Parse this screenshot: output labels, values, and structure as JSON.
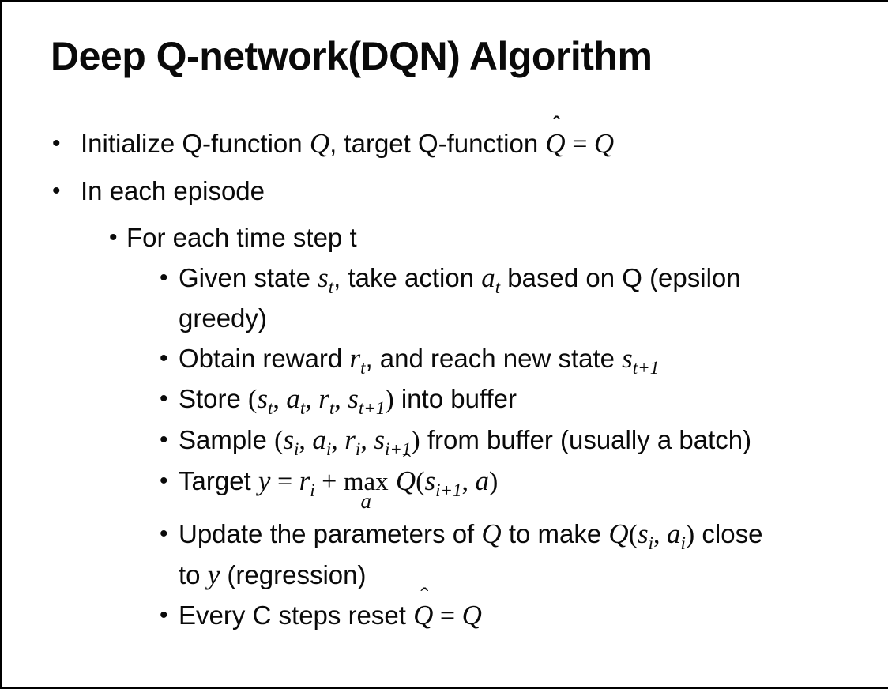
{
  "colors": {
    "background": "#ffffff",
    "text": "#0a0a0a",
    "border": "#000000"
  },
  "slide": {
    "title": "Deep Q-network(DQN) Algorithm",
    "bullet_glyph": "•",
    "hat_glyph": "ˆ",
    "bullets": [
      {
        "level": 1,
        "segments": [
          {
            "t": "text",
            "v": "Initialize Q-function "
          },
          {
            "t": "math",
            "v": "Q"
          },
          {
            "t": "text",
            "v": ", target Q-function "
          },
          {
            "t": "hat",
            "v": "Q"
          },
          {
            "t": "mathup",
            "v": " = "
          },
          {
            "t": "math",
            "v": "Q"
          }
        ]
      },
      {
        "level": 1,
        "segments": [
          {
            "t": "text",
            "v": "In each episode"
          }
        ]
      },
      {
        "level": 2,
        "segments": [
          {
            "t": "text",
            "v": "For each time step t"
          }
        ]
      },
      {
        "level": 3,
        "segments": [
          {
            "t": "text",
            "v": "Given state "
          },
          {
            "t": "math",
            "v": "s"
          },
          {
            "t": "sub",
            "v": "t"
          },
          {
            "t": "text",
            "v": ", take action "
          },
          {
            "t": "math",
            "v": "a"
          },
          {
            "t": "sub",
            "v": "t"
          },
          {
            "t": "text",
            "v": " based on Q (epsilon"
          },
          {
            "t": "br"
          },
          {
            "t": "text",
            "v": "greedy)"
          }
        ]
      },
      {
        "level": 3,
        "segments": [
          {
            "t": "text",
            "v": "Obtain reward "
          },
          {
            "t": "math",
            "v": "r"
          },
          {
            "t": "sub",
            "v": "t"
          },
          {
            "t": "text",
            "v": ", and reach new state "
          },
          {
            "t": "math",
            "v": "s"
          },
          {
            "t": "sub",
            "v": "t+1"
          }
        ]
      },
      {
        "level": 3,
        "segments": [
          {
            "t": "text",
            "v": "Store "
          },
          {
            "t": "mathup",
            "v": "("
          },
          {
            "t": "math",
            "v": "s"
          },
          {
            "t": "sub",
            "v": "t"
          },
          {
            "t": "mathup",
            "v": ", "
          },
          {
            "t": "math",
            "v": "a"
          },
          {
            "t": "sub",
            "v": "t"
          },
          {
            "t": "mathup",
            "v": ", "
          },
          {
            "t": "math",
            "v": "r"
          },
          {
            "t": "sub",
            "v": "t"
          },
          {
            "t": "mathup",
            "v": ", "
          },
          {
            "t": "math",
            "v": "s"
          },
          {
            "t": "sub",
            "v": "t+1"
          },
          {
            "t": "mathup",
            "v": ")"
          },
          {
            "t": "text",
            "v": " into buffer"
          }
        ]
      },
      {
        "level": 3,
        "segments": [
          {
            "t": "text",
            "v": "Sample "
          },
          {
            "t": "mathup",
            "v": "("
          },
          {
            "t": "math",
            "v": "s"
          },
          {
            "t": "sub",
            "v": "i"
          },
          {
            "t": "mathup",
            "v": ", "
          },
          {
            "t": "math",
            "v": "a"
          },
          {
            "t": "sub",
            "v": "i"
          },
          {
            "t": "mathup",
            "v": ", "
          },
          {
            "t": "math",
            "v": "r"
          },
          {
            "t": "sub",
            "v": "i"
          },
          {
            "t": "mathup",
            "v": ", "
          },
          {
            "t": "math",
            "v": "s"
          },
          {
            "t": "sub",
            "v": "i+1"
          },
          {
            "t": "mathup",
            "v": ")"
          },
          {
            "t": "text",
            "v": " from buffer (usually a batch)"
          }
        ]
      },
      {
        "level": 3,
        "segments": [
          {
            "t": "text",
            "v": "Target "
          },
          {
            "t": "math",
            "v": "y"
          },
          {
            "t": "mathup",
            "v": " = "
          },
          {
            "t": "math",
            "v": "r"
          },
          {
            "t": "sub",
            "v": "i"
          },
          {
            "t": "mathup",
            "v": " + "
          },
          {
            "t": "underop",
            "v": "max",
            "under": "a"
          },
          {
            "t": "text",
            "v": " "
          },
          {
            "t": "hat",
            "v": "Q"
          },
          {
            "t": "mathup",
            "v": "("
          },
          {
            "t": "math",
            "v": "s"
          },
          {
            "t": "sub",
            "v": "i+1"
          },
          {
            "t": "mathup",
            "v": ", "
          },
          {
            "t": "math",
            "v": "a"
          },
          {
            "t": "mathup",
            "v": ")"
          }
        ]
      },
      {
        "level": 3,
        "segments": [
          {
            "t": "text",
            "v": "Update the parameters of "
          },
          {
            "t": "math",
            "v": "Q"
          },
          {
            "t": "text",
            "v": " to make "
          },
          {
            "t": "math",
            "v": "Q"
          },
          {
            "t": "mathup",
            "v": "("
          },
          {
            "t": "math",
            "v": "s"
          },
          {
            "t": "sub",
            "v": "i"
          },
          {
            "t": "mathup",
            "v": ", "
          },
          {
            "t": "math",
            "v": "a"
          },
          {
            "t": "sub",
            "v": "i"
          },
          {
            "t": "mathup",
            "v": ")"
          },
          {
            "t": "text",
            "v": " close"
          },
          {
            "t": "br"
          },
          {
            "t": "text",
            "v": "to "
          },
          {
            "t": "math",
            "v": "y"
          },
          {
            "t": "text",
            "v": " (regression)"
          }
        ]
      },
      {
        "level": 3,
        "segments": [
          {
            "t": "text",
            "v": "Every C steps reset "
          },
          {
            "t": "hat",
            "v": "Q"
          },
          {
            "t": "mathup",
            "v": " = "
          },
          {
            "t": "math",
            "v": "Q"
          }
        ]
      }
    ]
  }
}
